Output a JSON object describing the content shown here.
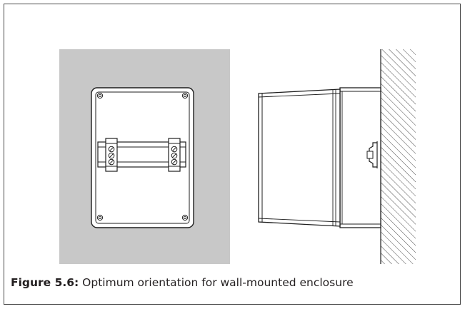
{
  "figure": {
    "number_label": "Figure 5.6:",
    "caption_text": " Optimum orientation for wall-mounted enclosure"
  },
  "colors": {
    "panel_gray": "#c8c8c8",
    "line": "#1e1e1e",
    "frame": "#4a4a4a"
  },
  "icons": {
    "wall_symbol": "hatched-wall",
    "terminal_symbol": "screw-terminal"
  }
}
